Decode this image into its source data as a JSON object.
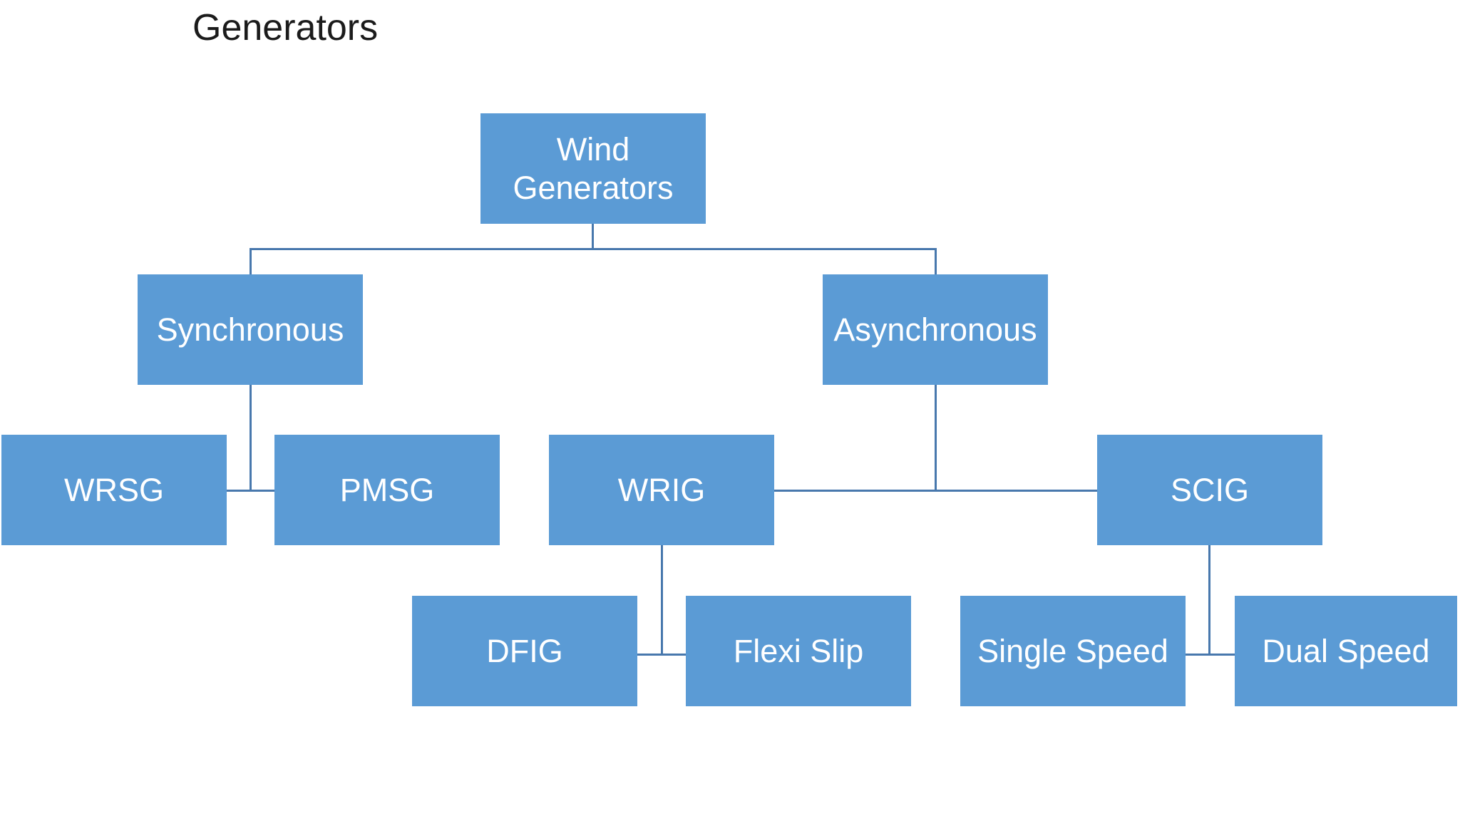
{
  "page": {
    "title": "Generators"
  },
  "colors": {
    "background": "#ffffff",
    "node_fill": "#5b9bd5",
    "node_text": "#ffffff",
    "connector": "#4878ad",
    "title_text": "#1b1b1b"
  },
  "diagram": {
    "type": "hierarchy",
    "root": "wind_generators",
    "nodes": {
      "wind_generators": {
        "label": "Wind Generators",
        "children": [
          "synchronous",
          "asynchronous"
        ]
      },
      "synchronous": {
        "label": "Synchronous",
        "children": [
          "wrsg",
          "pmsg"
        ]
      },
      "asynchronous": {
        "label": "Asynchronous",
        "children": [
          "wrig",
          "scig"
        ]
      },
      "wrsg": {
        "label": "WRSG",
        "children": []
      },
      "pmsg": {
        "label": "PMSG",
        "children": []
      },
      "wrig": {
        "label": "WRIG",
        "children": [
          "dfig",
          "flexi_slip"
        ]
      },
      "scig": {
        "label": "SCIG",
        "children": [
          "single_speed",
          "dual_speed"
        ]
      },
      "dfig": {
        "label": "DFIG",
        "children": []
      },
      "flexi_slip": {
        "label": "Flexi Slip",
        "children": []
      },
      "single_speed": {
        "label": "Single Speed",
        "children": []
      },
      "dual_speed": {
        "label": "Dual Speed",
        "children": []
      }
    }
  }
}
